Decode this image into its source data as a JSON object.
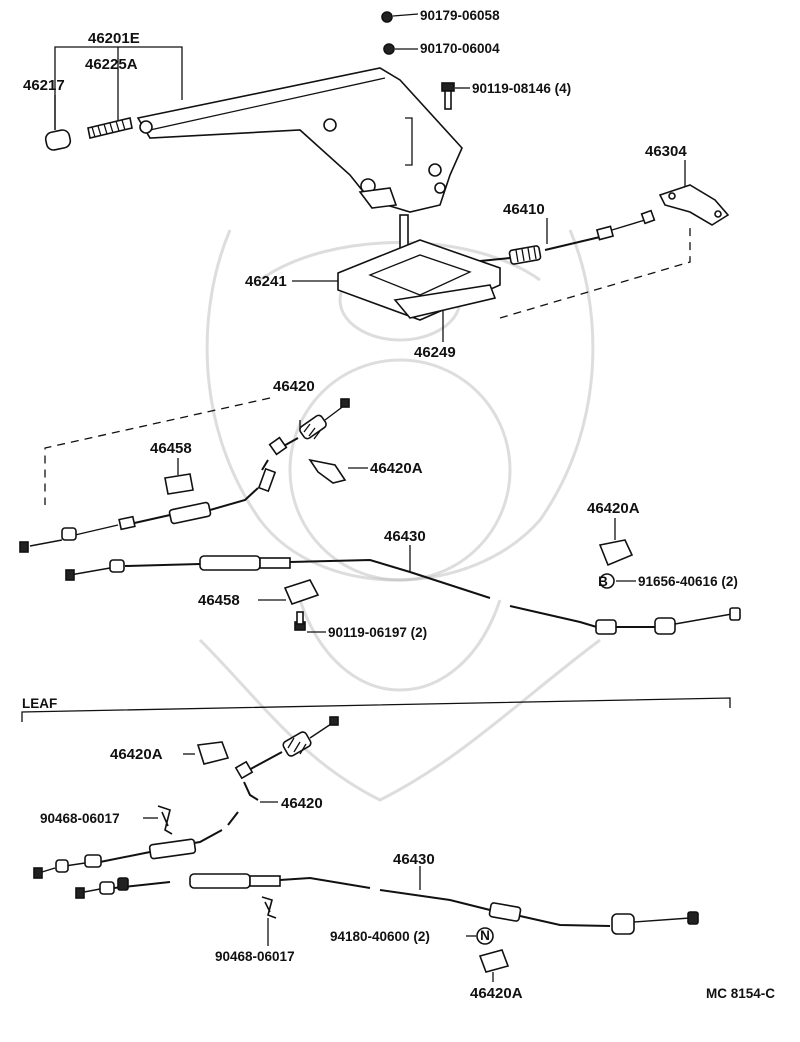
{
  "labels": {
    "p46201E": "46201E",
    "p46225A": "46225A",
    "p46217": "46217",
    "b90179": "90179-06058",
    "b90170": "90170-06004",
    "b90119_top": "90119-08146 (4)",
    "p46304": "46304",
    "p46410": "46410",
    "p46241": "46241",
    "p46249": "46249",
    "p46420_top": "46420",
    "p46458_a": "46458",
    "p46420A_a": "46420A",
    "p46430_top": "46430",
    "p46420A_b": "46420A",
    "b91656": "91656-40616 (2)",
    "p46458_b": "46458",
    "b90119_mid": "90119-06197 (2)",
    "leaf": "LEAF",
    "p46420A_c": "46420A",
    "b90468_a": "90468-06017",
    "p46420_bot": "46420",
    "p46430_bot": "46430",
    "b94180": "94180-40600 (2)",
    "b90468_b": "90468-06017",
    "p46420A_d": "46420A",
    "ref": "MC 8154-C"
  },
  "markers": {
    "B": "B",
    "N": "N"
  }
}
